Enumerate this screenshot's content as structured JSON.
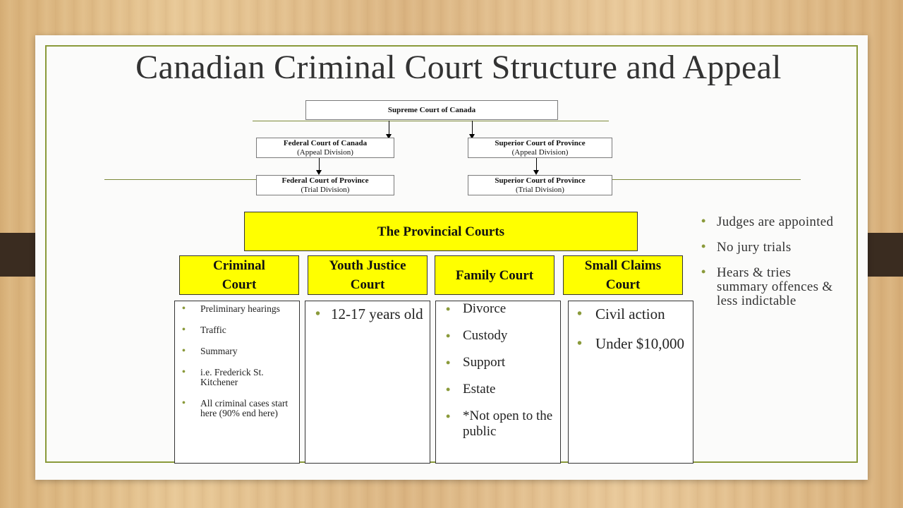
{
  "title": "Canadian Criminal Court Structure and Appeal",
  "org_chart": {
    "supreme": "Supreme Court of Canada",
    "federal_appeal": {
      "name": "Federal Court of Canada",
      "sub": "(Appeal Division)"
    },
    "superior_appeal": {
      "name": "Superior Court of Province",
      "sub": "(Appeal Division)"
    },
    "federal_trial": {
      "name": "Federal Court of Province",
      "sub": "(Trial Division)"
    },
    "superior_trial": {
      "name": "Superior Court of Province",
      "sub": "(Trial Division)"
    }
  },
  "provincial": {
    "header": "The Provincial Courts",
    "courts": [
      {
        "name": "Criminal Court",
        "items": [
          "Preliminary hearings",
          "Traffic",
          "Summary",
          "i.e. Frederick St. Kitchener",
          "All criminal cases start here (90% end here)"
        ]
      },
      {
        "name": "Youth Justice Court",
        "items": [
          "12-17 years old"
        ]
      },
      {
        "name": "Family Court",
        "items": [
          "Divorce",
          "Custody",
          "Support",
          "Estate",
          "*Not open to the public"
        ]
      },
      {
        "name": "Small Claims Court",
        "items": [
          "Civil action",
          "Under $10,000"
        ]
      }
    ]
  },
  "side_notes": [
    "Judges are appointed",
    "No jury trials",
    "Hears & tries summary offences & less indictable"
  ],
  "colors": {
    "accent": "#8a9a3a",
    "highlight": "#ffff00",
    "wood": "#e1bd89",
    "tab": "#3a2c20"
  }
}
